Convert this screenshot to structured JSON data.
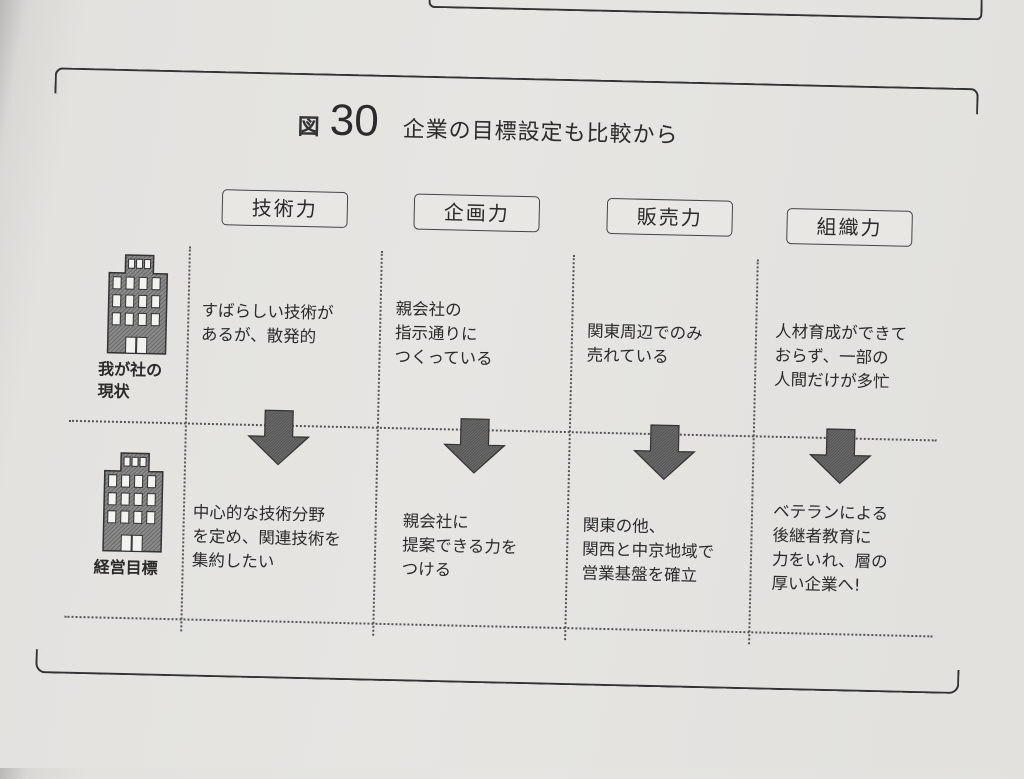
{
  "figure": {
    "label": "図",
    "number": "30",
    "caption": "企業の目標設定も比較から"
  },
  "columns": [
    {
      "label": "技術力"
    },
    {
      "label": "企画力"
    },
    {
      "label": "販売力"
    },
    {
      "label": "組織力"
    }
  ],
  "rows": [
    {
      "label": "我が社の\n現状",
      "icon": "office-building-icon",
      "cells": [
        "すばらしい技術が\nあるが、散発的",
        "親会社の\n指示通りに\nつくっている",
        "関東周辺でのみ\n売れている",
        "人材育成ができて\nおらず、一部の\n人間だけが多忙"
      ]
    },
    {
      "label": "経営目標",
      "icon": "office-building-icon",
      "cells": [
        "中心的な技術分野\nを定め、関連技術を\n集約したい",
        "親会社に\n提案できる力を\nつける",
        "関東の他、\n関西と中京地域で\n営業基盤を確立",
        "ベテランによる\n後継者教育に\n力をいれ、層の\n厚い企業へ!"
      ]
    }
  ],
  "transition_icon": "down-arrow-icon",
  "colors": {
    "paper": "#e5e4e1",
    "ink": "#2b2b2b",
    "arrow_fill": "#5a5a5a"
  }
}
